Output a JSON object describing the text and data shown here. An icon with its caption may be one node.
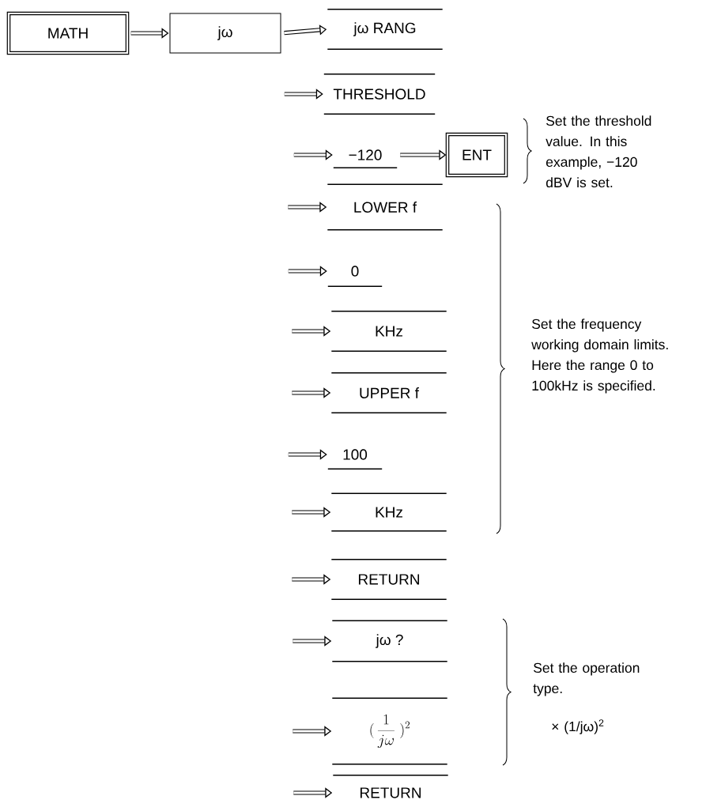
{
  "diagram": {
    "nodes": [
      {
        "text": [
          "MATH"
        ]
      },
      {
        "text": [
          "jω"
        ]
      },
      {
        "text": [
          "jω RANG"
        ]
      },
      {
        "text": [
          "THRESHOLD"
        ]
      },
      {
        "text": [
          "−120"
        ]
      },
      {
        "text": [
          "ENT"
        ]
      },
      {
        "text": [
          "LOWER  f"
        ]
      },
      {
        "text": [
          "0"
        ]
      },
      {
        "text": [
          "KHz"
        ]
      },
      {
        "text": [
          "UPPER  f"
        ]
      },
      {
        "text": [
          "100"
        ]
      },
      {
        "text": [
          "KHz"
        ]
      },
      {
        "text": [
          "RETURN"
        ]
      },
      {
        "text": [
          "jω ?"
        ]
      },
      {
        "text": [
          "(\\,\\frac{1}{j\\omega}\\;)^{2}"
        ]
      },
      {
        "text": [
          "RETURN"
        ]
      }
    ],
    "edges": [
      {
        "from": 0,
        "to": 1,
        "arrow": "to"
      },
      {
        "from": 1,
        "to": 2,
        "arrow": "to"
      },
      {
        "from": null,
        "to": 3,
        "arrow": "to"
      },
      {
        "from": null,
        "to": 4,
        "arrow": "to"
      },
      {
        "from": 4,
        "to": 5,
        "arrow": "to"
      },
      {
        "from": null,
        "to": 6,
        "arrow": "to"
      },
      {
        "from": null,
        "to": 7,
        "arrow": "to"
      },
      {
        "from": null,
        "to": 8,
        "arrow": "to"
      },
      {
        "from": null,
        "to": 9,
        "arrow": "to"
      },
      {
        "from": null,
        "to": 10,
        "arrow": "to"
      },
      {
        "from": null,
        "to": 11,
        "arrow": "to"
      },
      {
        "from": null,
        "to": 12,
        "arrow": "to"
      },
      {
        "from": null,
        "to": 13,
        "arrow": "to"
      },
      {
        "from": null,
        "to": 14,
        "arrow": "to"
      },
      {
        "from": null,
        "to": 15,
        "arrow": "to"
      }
    ],
    "labels": [
      "Set the threshold value.  In this example, −120 dBV is set.",
      "Set the frequency working domain limits.  Here the range 0 to 100kHz is specified.",
      "Set the operation type.",
      "× (1/jω)$^{2}$"
    ]
  }
}
